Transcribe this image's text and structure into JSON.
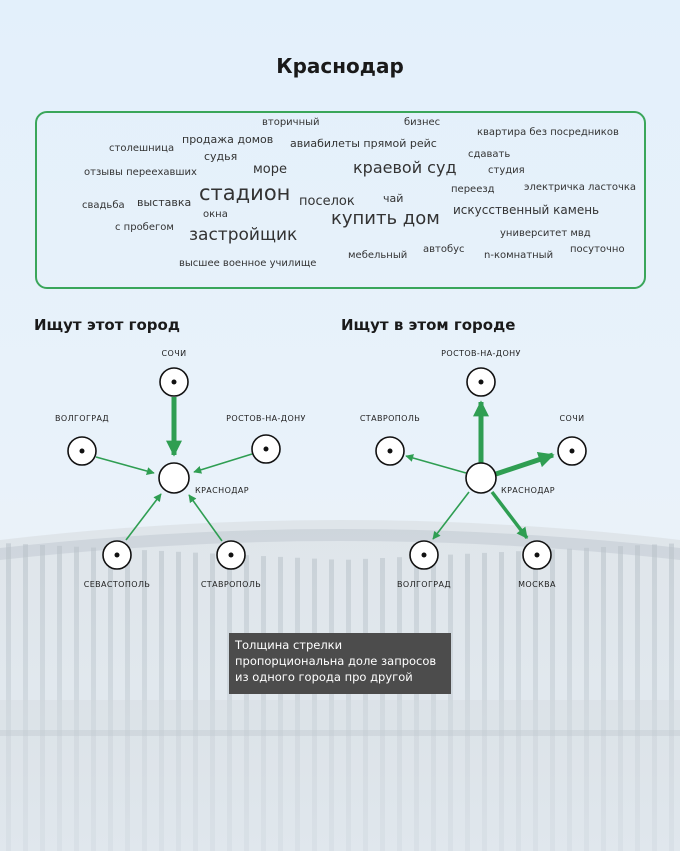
{
  "title": "Краснодар",
  "word_cloud": [
    {
      "text": "вторичный",
      "size": 10
    },
    {
      "text": "бизнес",
      "size": 10
    },
    {
      "text": "столешница",
      "size": 10
    },
    {
      "text": "продажа домов",
      "size": 11
    },
    {
      "text": "авиабилеты прямой рейс",
      "size": 11
    },
    {
      "text": "квартира без посредников",
      "size": 10
    },
    {
      "text": "судья",
      "size": 11
    },
    {
      "text": "сдавать",
      "size": 10
    },
    {
      "text": "отзывы переехавших",
      "size": 10
    },
    {
      "text": "море",
      "size": 13
    },
    {
      "text": "краевой суд",
      "size": 16
    },
    {
      "text": "студия",
      "size": 10
    },
    {
      "text": "стадион",
      "size": 21
    },
    {
      "text": "переезд",
      "size": 10
    },
    {
      "text": "электричка ласточка",
      "size": 10
    },
    {
      "text": "свадьба",
      "size": 10
    },
    {
      "text": "выставка",
      "size": 11
    },
    {
      "text": "поселок",
      "size": 13
    },
    {
      "text": "чай",
      "size": 11
    },
    {
      "text": "искусственный камень",
      "size": 12
    },
    {
      "text": "окна",
      "size": 10
    },
    {
      "text": "купить дом",
      "size": 18
    },
    {
      "text": "с пробегом",
      "size": 10
    },
    {
      "text": "университет мвд",
      "size": 10
    },
    {
      "text": "застройщик",
      "size": 17
    },
    {
      "text": "мебельный",
      "size": 10
    },
    {
      "text": "автобус",
      "size": 10
    },
    {
      "text": "n-комнатный",
      "size": 10
    },
    {
      "text": "посуточно",
      "size": 10
    },
    {
      "text": "высшее военное училище",
      "size": 10
    }
  ],
  "left_section": {
    "title": "Ищут этот город",
    "center": "КРАСНОДАР",
    "nodes": [
      {
        "label": "СОЧИ",
        "weight": 5
      },
      {
        "label": "ВОЛГОГРАД",
        "weight": 2
      },
      {
        "label": "РОСТОВ-НА-ДОНУ",
        "weight": 2
      },
      {
        "label": "СЕВАСТОПОЛЬ",
        "weight": 2
      },
      {
        "label": "СТАВРОПОЛЬ",
        "weight": 2
      }
    ]
  },
  "right_section": {
    "title": "Ищут в этом городе",
    "center": "КРАСНОДАР",
    "nodes": [
      {
        "label": "РОСТОВ-НА-ДОНУ",
        "weight": 5
      },
      {
        "label": "СТАВРОПОЛЬ",
        "weight": 2
      },
      {
        "label": "СОЧИ",
        "weight": 5
      },
      {
        "label": "ВОЛГОГРАД",
        "weight": 2
      },
      {
        "label": "МОСКВА",
        "weight": 4
      }
    ]
  },
  "tooltip": {
    "line1": "Толщина стрелки",
    "line2": "пропорциональна доле запросов",
    "line3": "из одного города про другой"
  },
  "colors": {
    "accent": "#3aa65a",
    "arrow": "#2f9e52",
    "tooltip_bg": "#4c4c4c"
  }
}
